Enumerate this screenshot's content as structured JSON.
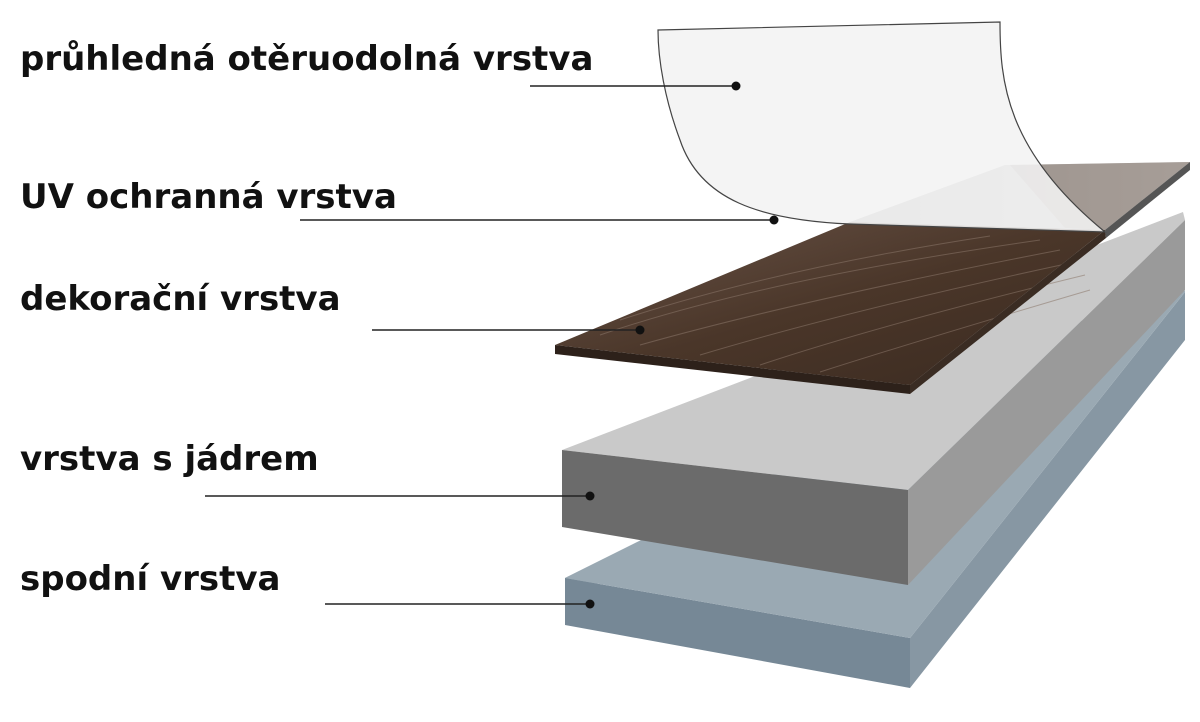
{
  "diagram": {
    "layers": [
      {
        "id": "wear",
        "label": "průhledná otěruodolná vrstva",
        "color": "#f0f0f0"
      },
      {
        "id": "uv",
        "label": "UV ochranná vrstva",
        "color": "#b8b8b8"
      },
      {
        "id": "decor",
        "label": "dekorační vrstva",
        "color": "#4e3a30"
      },
      {
        "id": "core",
        "label": "vrstva s jádrem",
        "color": "#c8c8c8"
      },
      {
        "id": "bottom",
        "label": "spodní vrstva",
        "color": "#9aa9b3"
      }
    ]
  }
}
